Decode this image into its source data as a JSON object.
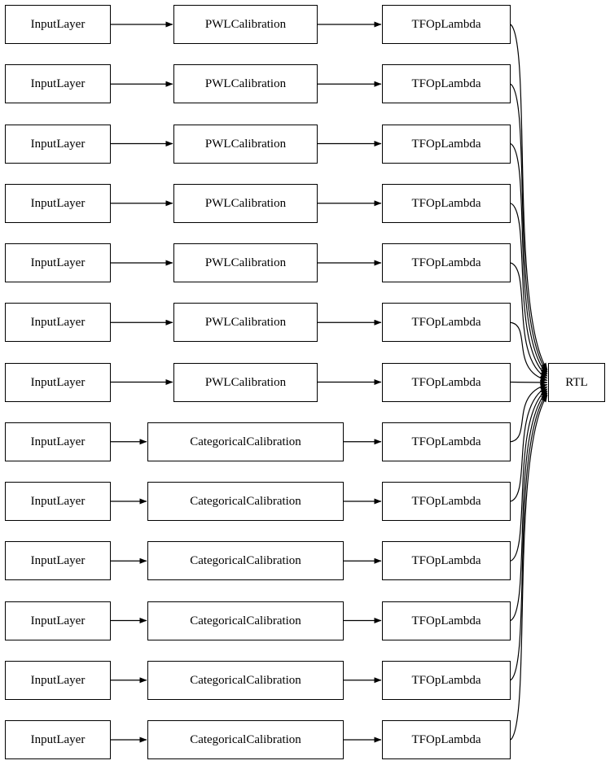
{
  "diagram": {
    "type": "keras-model-graph",
    "title": "",
    "layout": "left-to-right",
    "edge_color": "#000000",
    "node_border_color": "#000000",
    "node_fill_color": "#ffffff",
    "rows": [
      {
        "input": "InputLayer",
        "calibration": "PWLCalibration",
        "lambda": "TFOpLambda"
      },
      {
        "input": "InputLayer",
        "calibration": "PWLCalibration",
        "lambda": "TFOpLambda"
      },
      {
        "input": "InputLayer",
        "calibration": "PWLCalibration",
        "lambda": "TFOpLambda"
      },
      {
        "input": "InputLayer",
        "calibration": "PWLCalibration",
        "lambda": "TFOpLambda"
      },
      {
        "input": "InputLayer",
        "calibration": "PWLCalibration",
        "lambda": "TFOpLambda"
      },
      {
        "input": "InputLayer",
        "calibration": "PWLCalibration",
        "lambda": "TFOpLambda"
      },
      {
        "input": "InputLayer",
        "calibration": "PWLCalibration",
        "lambda": "TFOpLambda"
      },
      {
        "input": "InputLayer",
        "calibration": "CategoricalCalibration",
        "lambda": "TFOpLambda"
      },
      {
        "input": "InputLayer",
        "calibration": "CategoricalCalibration",
        "lambda": "TFOpLambda"
      },
      {
        "input": "InputLayer",
        "calibration": "CategoricalCalibration",
        "lambda": "TFOpLambda"
      },
      {
        "input": "InputLayer",
        "calibration": "CategoricalCalibration",
        "lambda": "TFOpLambda"
      },
      {
        "input": "InputLayer",
        "calibration": "CategoricalCalibration",
        "lambda": "TFOpLambda"
      },
      {
        "input": "InputLayer",
        "calibration": "CategoricalCalibration",
        "lambda": "TFOpLambda"
      }
    ],
    "output_node": "RTL"
  }
}
